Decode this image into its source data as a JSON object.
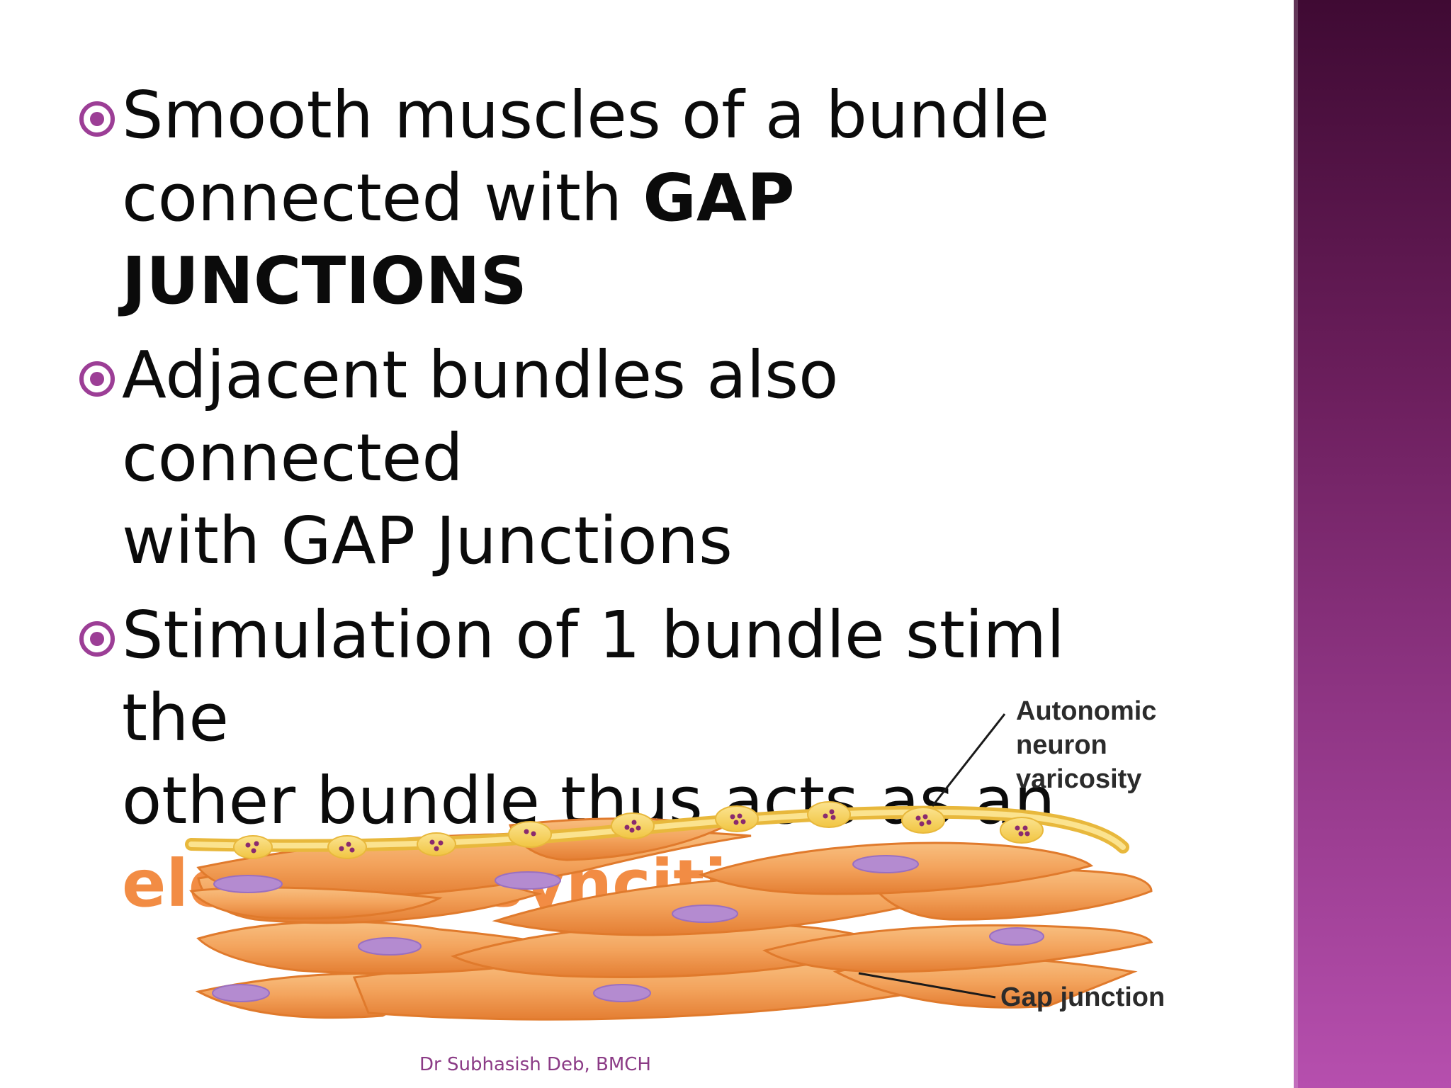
{
  "bullets": [
    {
      "lines": [
        "Smooth muscles of a bundle",
        "connected with "
      ],
      "strong": "GAP JUNCTIONS"
    },
    {
      "lines": [
        "Adjacent bundles also connected",
        "with GAP Junctions"
      ]
    },
    {
      "lines": [
        "Stimulation of 1 bundle stiml the",
        "other bundle thus acts as an"
      ],
      "accent": "electrical syncitium"
    }
  ],
  "figure": {
    "label_varicosity": [
      "Autonomic",
      "neuron",
      "varicosity"
    ],
    "label_gap": "Gap junction"
  },
  "colors": {
    "bullet_icon": "#9c3e96",
    "accent_text": "#f28c44",
    "side_band_top": "#3f0a33",
    "side_band_bottom": "#b64fae",
    "muscle_fill": "#f3a35c",
    "nucleus_fill": "#b48bd0",
    "neuron_fill": "#f6d35a"
  },
  "footer": "Dr Subhasish Deb, BMCH"
}
